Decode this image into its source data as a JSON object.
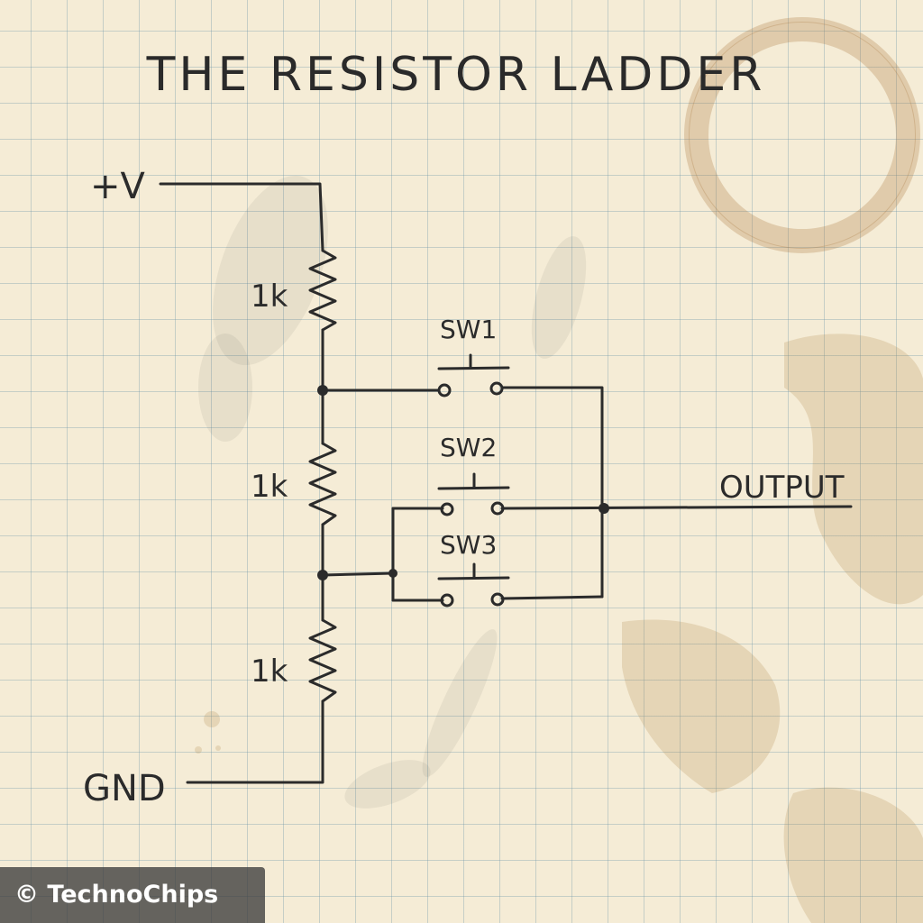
{
  "title": "THE RESISTOR LADDER",
  "terminals": {
    "supply": "+V",
    "ground": "GND",
    "output": "OUTPUT"
  },
  "resistors": [
    {
      "label": "1k"
    },
    {
      "label": "1k"
    },
    {
      "label": "1k"
    }
  ],
  "switches": [
    {
      "label": "SW1"
    },
    {
      "label": "SW2"
    },
    {
      "label": "SW3"
    }
  ],
  "watermark": "© TechnoChips"
}
